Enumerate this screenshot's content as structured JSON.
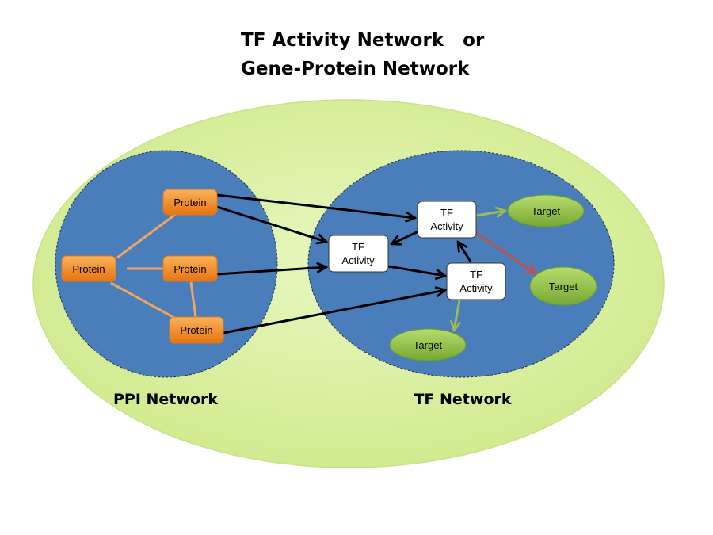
{
  "title": {
    "line1": "TF Activity Network   or",
    "line2": "Gene-Protein Network"
  },
  "networks": {
    "ppi": {
      "label": "PPI Network"
    },
    "tf": {
      "label": "TF Network"
    }
  },
  "nodes": {
    "protein_top": "Protein",
    "protein_left": "Protein",
    "protein_middle": "Protein",
    "protein_bottom": "Protein",
    "tf_center": {
      "line1": "TF",
      "line2": "Activity"
    },
    "tf_top": {
      "line1": "TF",
      "line2": "Activity"
    },
    "tf_lower": {
      "line1": "TF",
      "line2": "Activity"
    },
    "target_top": "Target",
    "target_right": "Target",
    "target_bottom": "Target"
  },
  "colors": {
    "outer_ellipse": "#d9f0a3",
    "network_circle": "#4a7ebb",
    "protein": "#f28c28",
    "target": "#8cbf3f",
    "ppi_edge": "#f4a460",
    "tf_edge": "#000000",
    "activation_edge": "#9bbb59",
    "repression_edge": "#c0504d"
  }
}
